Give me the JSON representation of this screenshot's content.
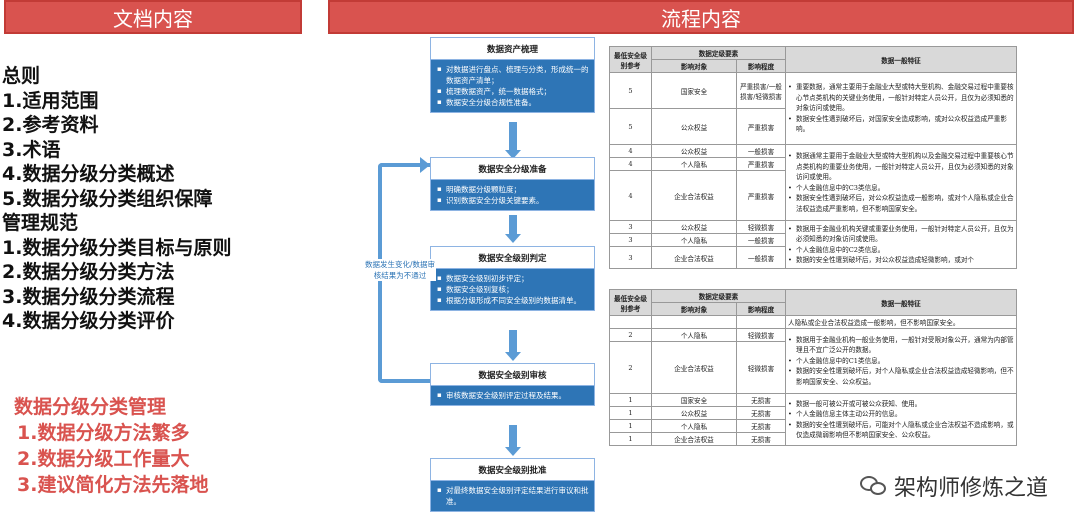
{
  "header_left": "文档内容",
  "header_right": "流程内容",
  "toc": [
    "总则",
    "1.适用范围",
    "2.参考资料",
    "3.术语",
    "4.数据分级分类概述",
    "5.数据分级分类组织保障",
    "管理规范",
    "1.数据分级分类目标与原则",
    "2.数据分级分类方法",
    "3.数据分级分类流程",
    "4.数据分级分类评价"
  ],
  "highlight": {
    "title": "数据分级分类管理",
    "items": [
      "1.数据分级方法繁多",
      "2.数据分级工作量大",
      "3.建议简化方法先落地"
    ]
  },
  "flow": [
    {
      "title": "数据资产梳理",
      "items": [
        "对数据进行盘点、梳理与分类，形成统一的数据资产清单；",
        "梳理数据资产，统一数据格式；",
        "数据安全分级合规性准备。"
      ]
    },
    {
      "title": "数据安全分级准备",
      "items": [
        "明确数据分级颗粒度；",
        "识别数据安全分级关键要素。"
      ]
    },
    {
      "title": "数据安全级别判定",
      "items": [
        "数据安全级别初步评定；",
        "数据安全级别复核；",
        "根据分级形成不同安全级别的数据清单。"
      ]
    },
    {
      "title": "数据安全级别审核",
      "items": [
        "审核数据安全级别评定过程及结果。"
      ]
    },
    {
      "title": "数据安全级别批准",
      "items": [
        "对最终数据安全级别评定结果进行审议和批准。"
      ]
    }
  ],
  "loop_label": "数据发生变化/数据审核结果为不通过",
  "table_headers": {
    "level": "最低安全级别参考",
    "factor": "数据定级要素",
    "object": "影响对象",
    "degree": "影响程度",
    "feature": "数据一般特征"
  },
  "table1": [
    {
      "level": "5",
      "object": "国家安全",
      "degree": "严重损害/一般损害/轻微损害"
    },
    {
      "level": "5",
      "object": "公众权益",
      "degree": "严重损害"
    },
    {
      "level": "4",
      "object": "公众权益",
      "degree": "一般损害"
    },
    {
      "level": "4",
      "object": "个人隐私",
      "degree": "严重损害"
    },
    {
      "level": "4",
      "object": "企业合法权益",
      "degree": "严重损害"
    },
    {
      "level": "3",
      "object": "公众权益",
      "degree": "轻微损害"
    },
    {
      "level": "3",
      "object": "个人隐私",
      "degree": "一般损害"
    },
    {
      "level": "3",
      "object": "企业合法权益",
      "degree": "一般损害"
    }
  ],
  "table1_features": [
    [
      "重要数据，通常主要用于金融业大型或特大型机构、金融交易过程中重要核心节点类机构的关键业务使用，一般针对特定人员公开，且仅为必须知悉的对象访问或使用。",
      "数据安全性遭到破坏后，对国家安全造成影响，或对公众权益造成严重影响。"
    ],
    [
      "数据通常主要用于金融业大型或特大型机构以及金融交易过程中重要核心节点类机构的重要业务使用，一般针对特定人员公开，且仅为必须知悉的对象访问或使用。",
      "个人金融信息中的C3类信息。",
      "数据安全性遭到破坏后，对公众权益造成一般影响，或对个人隐私或企业合法权益造成严重影响，但不影响国家安全。"
    ],
    [
      "数据用于金融业机构关键或重要业务使用，一般针对特定人员公开，且仅为必须知悉的对象访问或使用。",
      "个人金融信息中的C2类信息。",
      "数据的安全性遭到破坏后，对公众权益造成轻微影响，或对个"
    ]
  ],
  "table2": [
    {
      "level": "",
      "object": "",
      "degree": ""
    },
    {
      "level": "2",
      "object": "个人隐私",
      "degree": "轻微损害"
    },
    {
      "level": "2",
      "object": "企业合法权益",
      "degree": "轻微损害"
    },
    {
      "level": "1",
      "object": "国家安全",
      "degree": "无损害"
    },
    {
      "level": "1",
      "object": "公众权益",
      "degree": "无损害"
    },
    {
      "level": "1",
      "object": "个人隐私",
      "degree": "无损害"
    },
    {
      "level": "1",
      "object": "企业合法权益",
      "degree": "无损害"
    }
  ],
  "table2_features": [
    "人隐私或企业合法权益造成一般影响，但不影响国家安全。",
    [
      "数据用于金融业机构一般业务使用，一般针对受限对象公开，通常为内部管理且不宜广泛公开的数据。",
      "个人金融信息中的C1类信息。",
      "数据的安全性遭到破坏后，对个人隐私或企业合法权益造成轻微影响，但不影响国家安全、公众权益。"
    ],
    [
      "数据一般可被公开或可被公众获知、使用。",
      "个人金融信息主体主动公开的信息。",
      "数据的安全性遭到破坏后，可能对个人隐私或企业合法权益不造成影响，或仅造成微弱影响但不影响国家安全、公众权益。"
    ]
  ],
  "brand": "架构师修炼之道"
}
